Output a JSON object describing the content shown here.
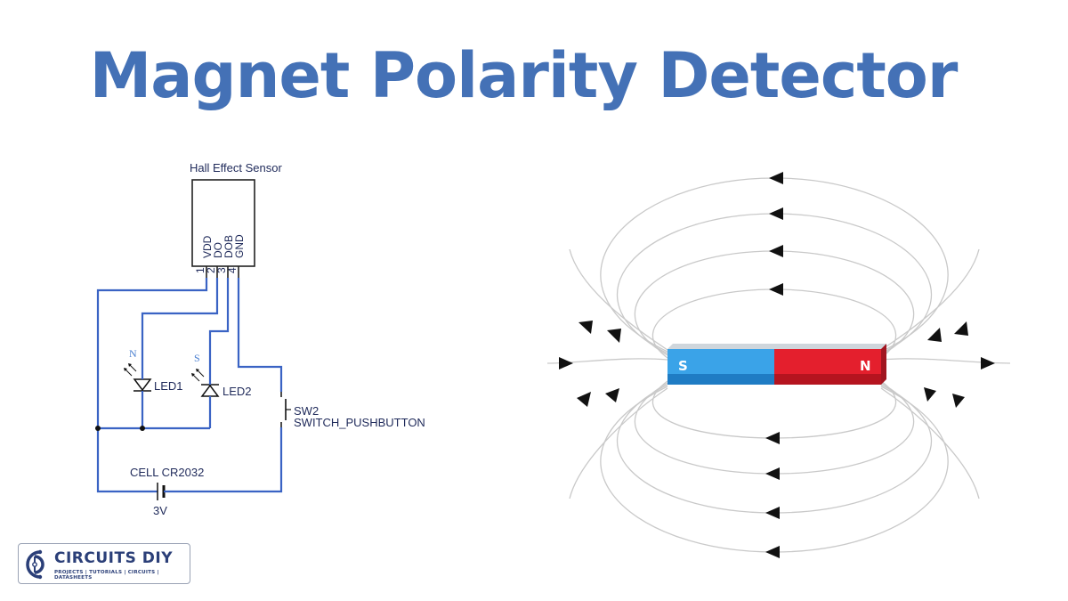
{
  "title": "Magnet Polarity Detector",
  "schematic": {
    "sensor_label": "Hall Effect Sensor",
    "pins": [
      {
        "num": "1",
        "name": "VDD"
      },
      {
        "num": "2",
        "name": "DO"
      },
      {
        "num": "3",
        "name": "DOB"
      },
      {
        "num": "4",
        "name": "GND"
      }
    ],
    "led1_label": "LED1",
    "led1_polarity": "N",
    "led2_label": "LED2",
    "led2_polarity": "S",
    "switch_label": "SW2",
    "switch_type": "SWITCH_PUSHBUTTON",
    "battery_label": "CELL CR2032",
    "battery_voltage": "3V"
  },
  "magnet": {
    "south_label": "S",
    "north_label": "N",
    "south_color": "#3aa3e8",
    "north_color": "#e41f2d"
  },
  "logo": {
    "name": "CIRCUITS DIY",
    "tagline": "PROJECTS | TUTORIALS | CIRCUITS | DATASHEETS"
  },
  "colors": {
    "title": "#4471b6",
    "wire": "#3a63c4"
  }
}
